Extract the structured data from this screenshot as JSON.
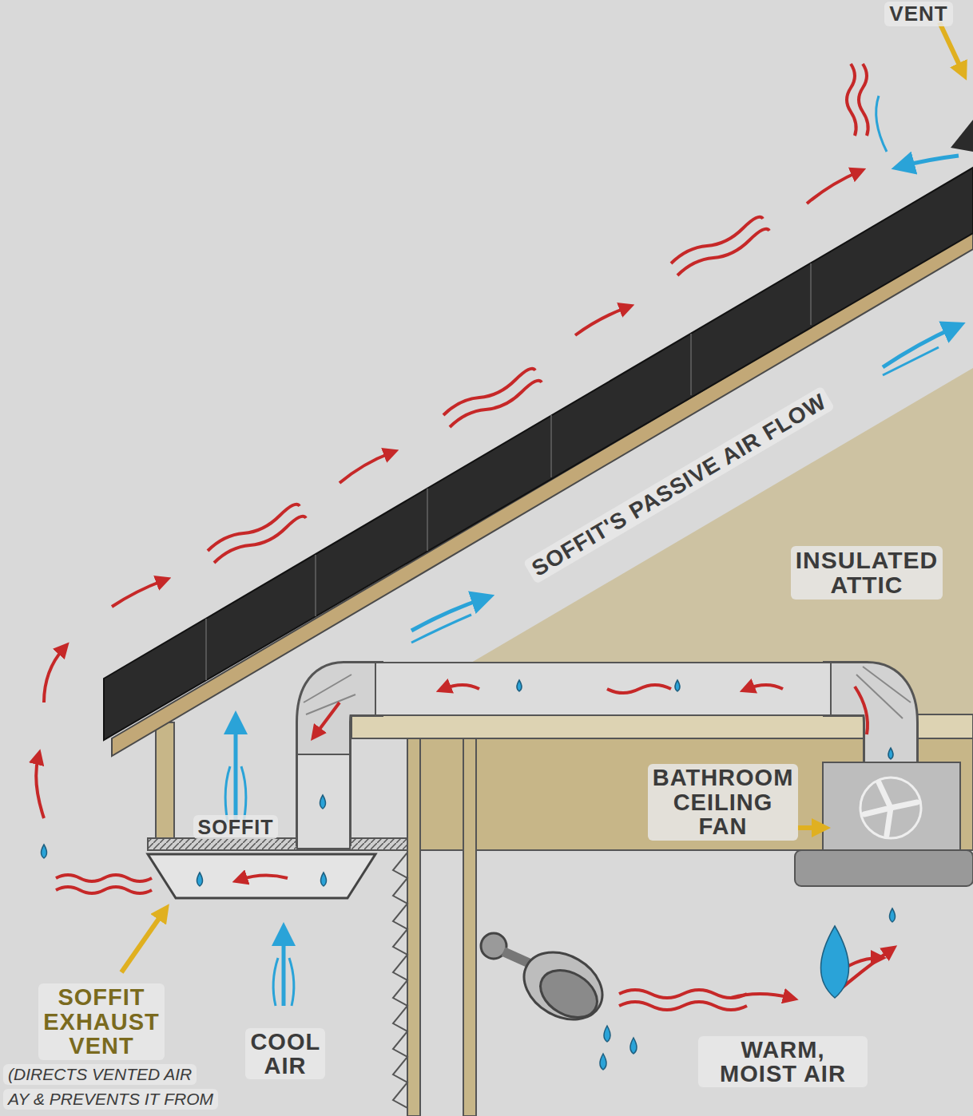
{
  "diagram": {
    "labels": [
      "VENT",
      "SOFFIT'S PASSIVE AIR FLOW",
      "INSULATED ATTIC",
      "BATHROOM CEILING FAN",
      "SOFFIT",
      "SOFFIT EXHAUST VENT",
      "COOL AIR",
      "WARM, MOIST AIR",
      "(DIRECTS VENTED AIR",
      "AY & PREVENTS IT FROM"
    ]
  }
}
